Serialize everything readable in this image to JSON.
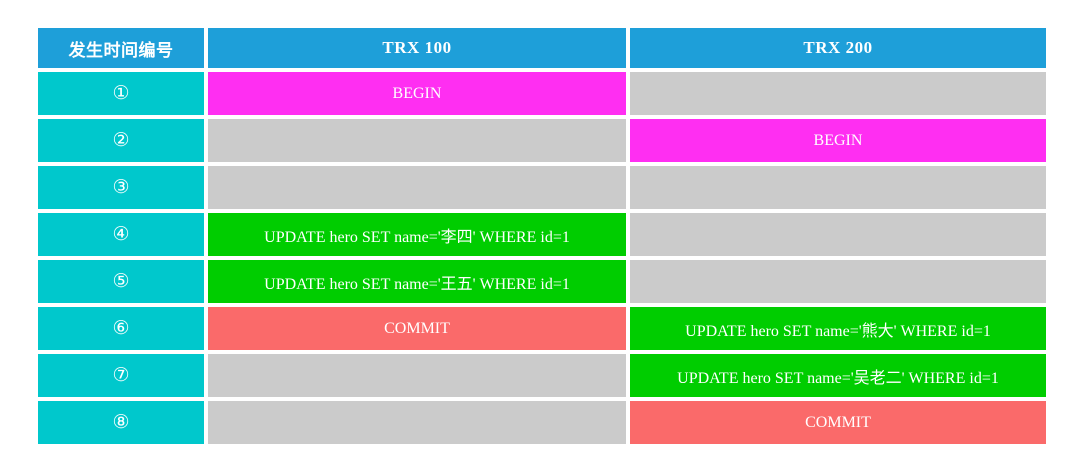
{
  "colors": {
    "header-bg": "#1E9FD9",
    "time-bg": "#00C8CC",
    "begin-bg": "#FF2EF2",
    "update-bg": "#00CD00",
    "commit-bg": "#FA6A6A",
    "empty-bg": "#CBCBCB",
    "text": "#FFFFFF"
  },
  "table": {
    "headers": {
      "time": "发生时间编号",
      "trx100": "TRX 100",
      "trx200": "TRX 200"
    },
    "rows": [
      {
        "time": "①",
        "trx100": {
          "text": "BEGIN",
          "type": "begin"
        },
        "trx200": {
          "text": "",
          "type": "empty"
        }
      },
      {
        "time": "②",
        "trx100": {
          "text": "",
          "type": "empty"
        },
        "trx200": {
          "text": "BEGIN",
          "type": "begin"
        }
      },
      {
        "time": "③",
        "trx100": {
          "text": "",
          "type": "empty"
        },
        "trx200": {
          "text": "",
          "type": "empty"
        }
      },
      {
        "time": "④",
        "trx100": {
          "text": "UPDATE hero SET name='李四' WHERE id=1",
          "type": "update"
        },
        "trx200": {
          "text": "",
          "type": "empty"
        }
      },
      {
        "time": "⑤",
        "trx100": {
          "text": "UPDATE hero SET name='王五' WHERE id=1",
          "type": "update"
        },
        "trx200": {
          "text": "",
          "type": "empty"
        }
      },
      {
        "time": "⑥",
        "trx100": {
          "text": "COMMIT",
          "type": "commit"
        },
        "trx200": {
          "text": "UPDATE hero SET name='熊大' WHERE id=1",
          "type": "update"
        }
      },
      {
        "time": "⑦",
        "trx100": {
          "text": "",
          "type": "empty"
        },
        "trx200": {
          "text": "UPDATE hero SET name='吴老二' WHERE id=1",
          "type": "update"
        }
      },
      {
        "time": "⑧",
        "trx100": {
          "text": "",
          "type": "empty"
        },
        "trx200": {
          "text": "COMMIT",
          "type": "commit"
        }
      }
    ]
  }
}
